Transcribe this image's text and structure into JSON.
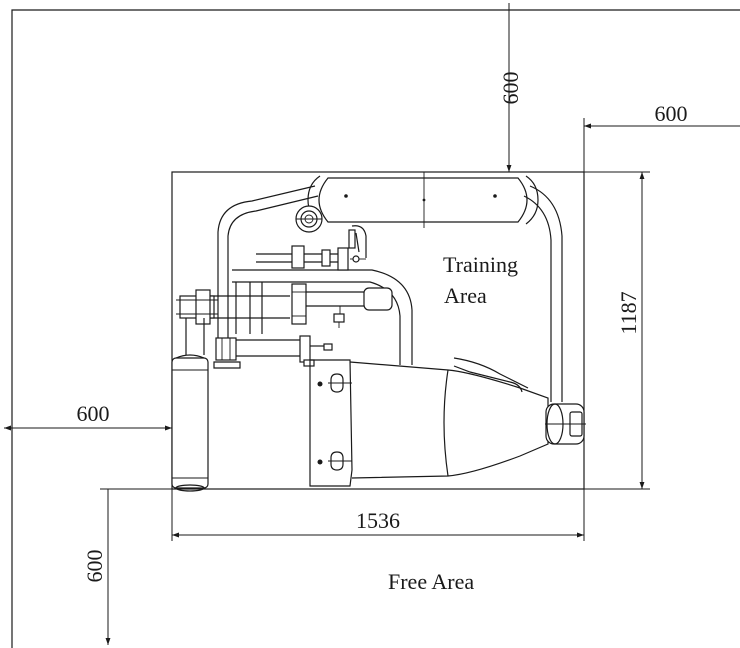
{
  "dimensions": {
    "top_clearance": "600",
    "right_clearance": "600",
    "left_clearance": "600",
    "bottom_clearance": "600",
    "depth": "1187",
    "width": "1536"
  },
  "labels": {
    "training_area_line1": "Training",
    "training_area_line2": "Area",
    "free_area": "Free Area"
  },
  "colors": {
    "line": "#1a1a1a",
    "background": "#ffffff"
  }
}
